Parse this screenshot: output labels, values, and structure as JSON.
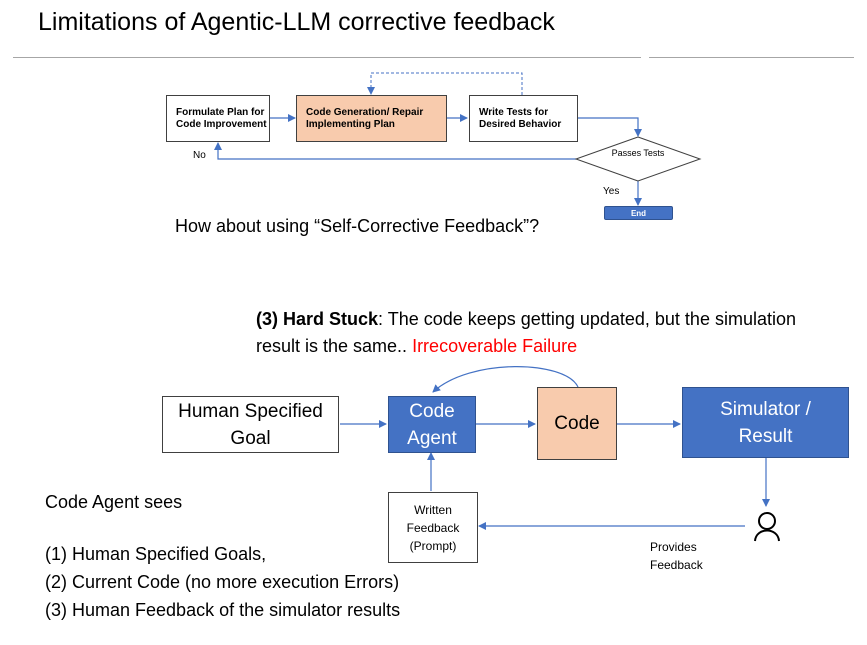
{
  "slide": {
    "title": "Limitations of Agentic-LLM corrective feedback",
    "question": "How about using “Self-Corrective Feedback”?"
  },
  "flow_top": {
    "formulate": "Formulate Plan for Code Improvement",
    "codegen": "Code Generation/ Repair Implementing Plan",
    "write_tests": "Write Tests for Desired Behavior",
    "passes": "Passes Tests",
    "no": "No",
    "yes": "Yes",
    "end": "End"
  },
  "hard_stuck": {
    "heading": "(3) Hard Stuck",
    "text1": ": The code keeps getting updated, but the simulation",
    "text2": "result is the same.. ",
    "failure": "Irrecoverable Failure"
  },
  "flow_bottom": {
    "goal": "Human Specified Goal",
    "agent": "Code Agent",
    "code": "Code",
    "simulator": "Simulator / Result",
    "written": "Written Feedback (Prompt)",
    "provides": "Provides Feedback",
    "person_icon": "person-icon"
  },
  "sees": {
    "heading": "Code Agent sees",
    "items": [
      "(1) Human Specified Goals,",
      "(2) Current Code (no more execution Errors)",
      "(3) Human Feedback of the simulator results"
    ]
  },
  "colors": {
    "arrow": "#4472c4",
    "code_fill": "#f8cbad",
    "agent_fill": "#4472c4",
    "box_border": "#404040",
    "failure": "#ff0000"
  }
}
